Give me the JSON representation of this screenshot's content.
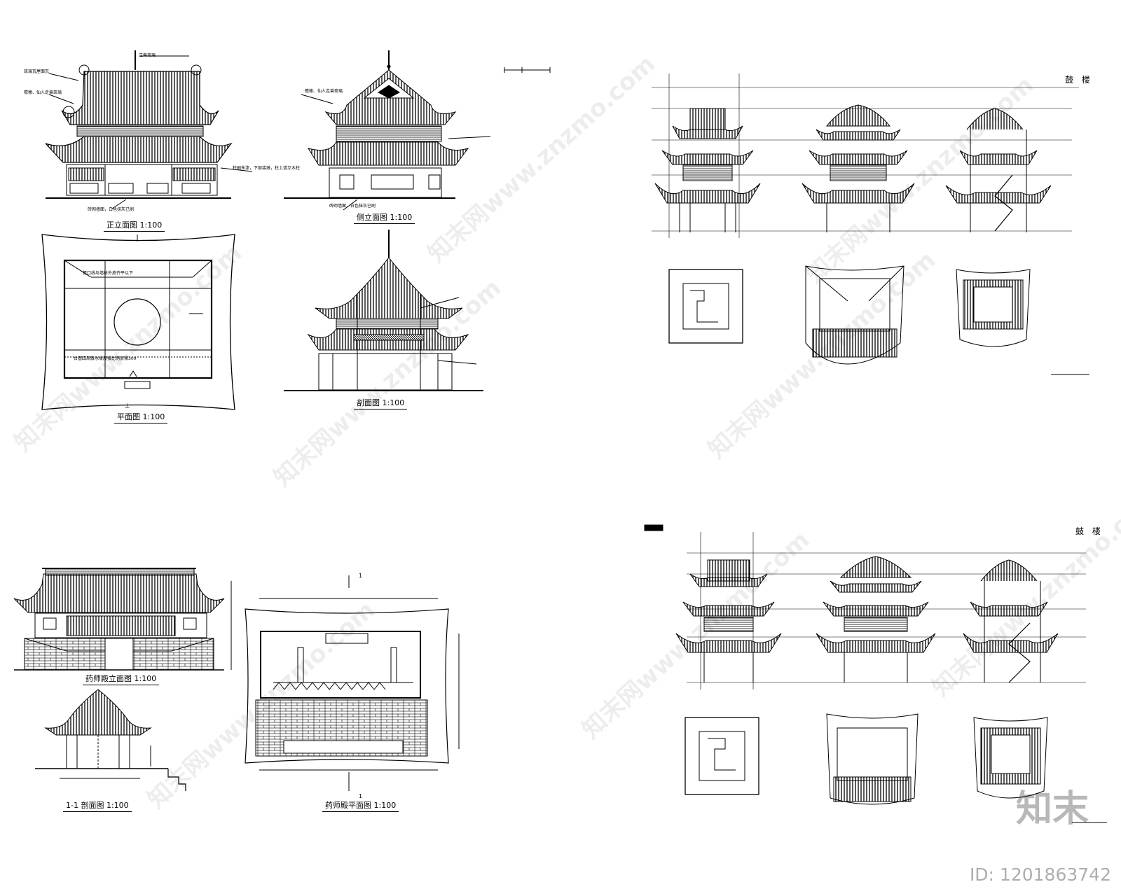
{
  "sheet": {
    "drawings": [
      {
        "id": "temple-front",
        "caption": "正立面图 1:100"
      },
      {
        "id": "temple-side",
        "caption": "侧立面图 1:100"
      },
      {
        "id": "temple-plan",
        "caption": "平面图 1:100"
      },
      {
        "id": "temple-section",
        "caption": "剖面图 1:100"
      },
      {
        "id": "hall-front",
        "caption": "药师殿立面图 1:100"
      },
      {
        "id": "hall-section",
        "caption": "1-1 剖面图 1:100"
      },
      {
        "id": "hall-plan",
        "caption": "药师殿平面图 1:100"
      }
    ],
    "annotations": {
      "ridge_ornament": "正脊琉璃",
      "roof_tiles": "琉璃瓦屋面瓦",
      "eaves": "檐椽、仙人走兽琉璃",
      "column_note": "柱刷朱漆，下部接墩，柱上或立木柱",
      "base_note": "砖砌墙面，白色抹灰已刷",
      "plan_note_1": "檐口线与墙体外皮齐平以下",
      "plan_note_2": "台基四周散水坡度按比例放坡300"
    },
    "plan_marks": [
      "上",
      "1",
      "1"
    ]
  },
  "drum_tower_1": {
    "title": "鼓 楼"
  },
  "drum_tower_2": {
    "title": "鼓 楼"
  },
  "watermark": {
    "text": "知末网www.znzmo.com"
  },
  "brand": {
    "logo": "知末",
    "id": "ID: 1201863742"
  }
}
